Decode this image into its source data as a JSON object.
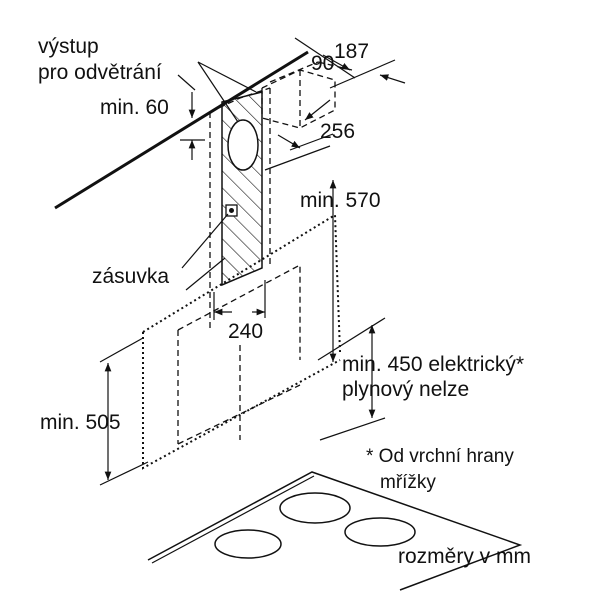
{
  "labels": {
    "vent_outlet_line1": "výstup",
    "vent_outlet_line2": "pro odvětrání",
    "min_60": "min. 60",
    "dim_187": "187",
    "dim_90": "90",
    "dim_256": "256",
    "min_570": "min. 570",
    "socket": "zásuvka",
    "dim_240": "240",
    "min_450_line1": "min. 450 elektrický*",
    "min_450_line2": "plynový nelze",
    "min_505": "min. 505",
    "footnote_line1": "* Od vrchní hrany",
    "footnote_line2": "mřížky",
    "units": "rozměry v mm"
  },
  "colors": {
    "line": "#111111",
    "background": "#ffffff"
  }
}
